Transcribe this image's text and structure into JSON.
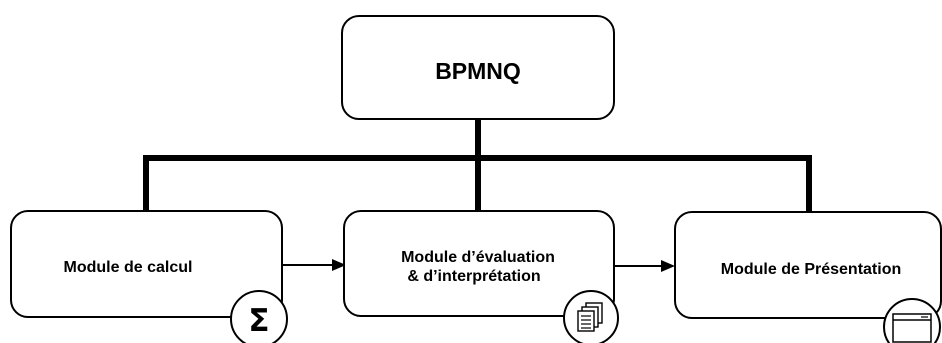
{
  "diagram": {
    "root": {
      "label": "BPMNQ"
    },
    "modules": [
      {
        "label_lines": [
          "Module de calcul"
        ],
        "icon": "sigma-icon",
        "icon_glyph": "Σ"
      },
      {
        "label_lines": [
          "Module d’évaluation",
          "& d’interprétation"
        ],
        "icon": "documents-icon"
      },
      {
        "label_lines": [
          "Module de Présentation"
        ],
        "icon": "window-icon"
      }
    ],
    "colors": {
      "stroke": "#000000",
      "fill": "#ffffff",
      "text": "#000000"
    }
  }
}
